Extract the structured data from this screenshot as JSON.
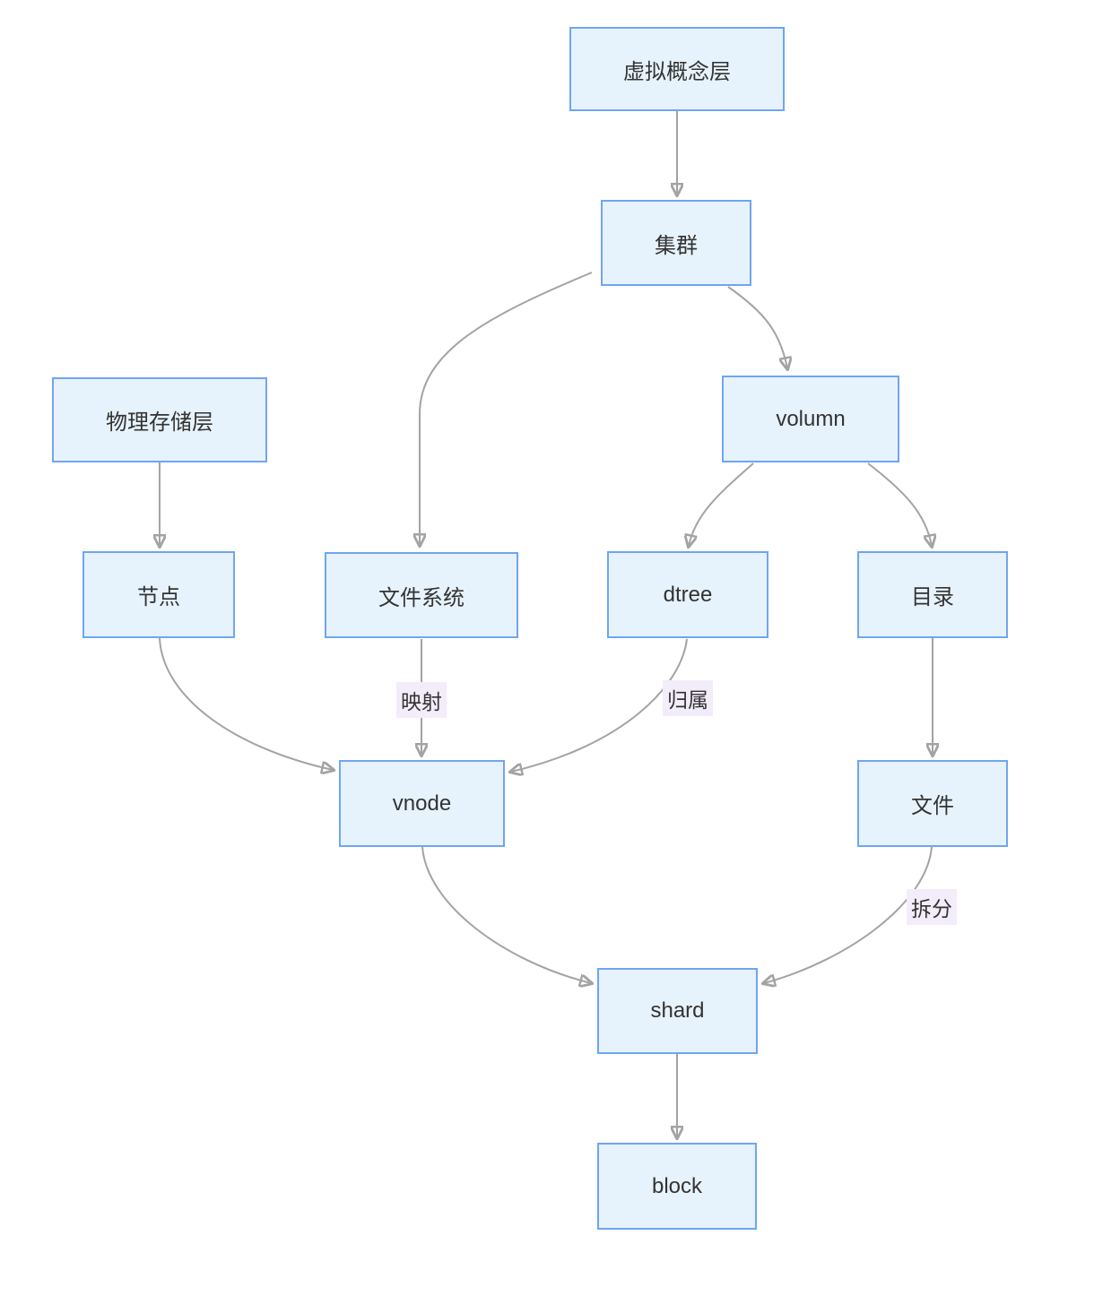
{
  "diagram": {
    "nodes": {
      "virtual_layer": {
        "label": "虚拟概念层"
      },
      "cluster": {
        "label": "集群"
      },
      "physical_layer": {
        "label": "物理存储层"
      },
      "volumn": {
        "label": "volumn"
      },
      "node": {
        "label": "节点"
      },
      "filesystem": {
        "label": "文件系统"
      },
      "dtree": {
        "label": "dtree"
      },
      "directory": {
        "label": "目录"
      },
      "vnode": {
        "label": "vnode"
      },
      "file": {
        "label": "文件"
      },
      "shard": {
        "label": "shard"
      },
      "block": {
        "label": "block"
      }
    },
    "edge_labels": {
      "mapping": "映射",
      "belonging": "归属",
      "split": "拆分"
    },
    "edges": [
      {
        "from": "虚拟概念层",
        "to": "集群",
        "label": ""
      },
      {
        "from": "集群",
        "to": "文件系统",
        "label": ""
      },
      {
        "from": "集群",
        "to": "volumn",
        "label": ""
      },
      {
        "from": "物理存储层",
        "to": "节点",
        "label": ""
      },
      {
        "from": "volumn",
        "to": "dtree",
        "label": ""
      },
      {
        "from": "volumn",
        "to": "目录",
        "label": ""
      },
      {
        "from": "节点",
        "to": "vnode",
        "label": ""
      },
      {
        "from": "文件系统",
        "to": "vnode",
        "label": "映射"
      },
      {
        "from": "dtree",
        "to": "vnode",
        "label": "归属"
      },
      {
        "from": "目录",
        "to": "文件",
        "label": ""
      },
      {
        "from": "vnode",
        "to": "shard",
        "label": ""
      },
      {
        "from": "文件",
        "to": "shard",
        "label": "拆分"
      },
      {
        "from": "shard",
        "to": "block",
        "label": ""
      }
    ],
    "colors": {
      "node_fill": "#e7f3fc",
      "node_border": "#6fa5f3",
      "edge": "#a3a3a3",
      "arrow": "#9e9e9e",
      "label_bg": "#f3ecfa",
      "text": "#333333"
    }
  }
}
